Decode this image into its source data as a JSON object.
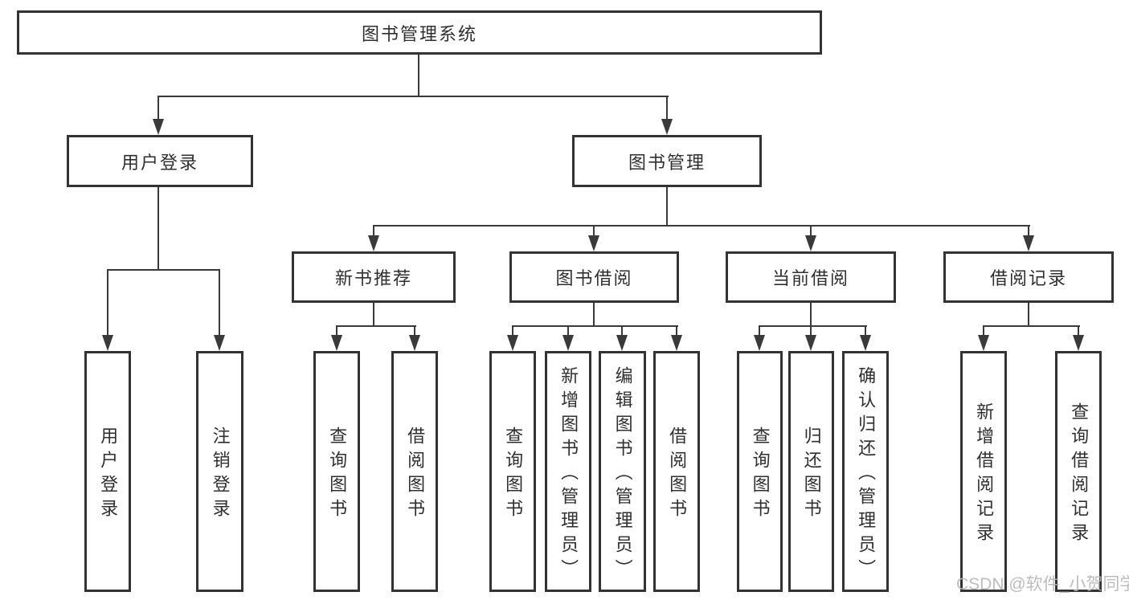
{
  "tree": {
    "label": "图书管理系统",
    "children": [
      {
        "label": "用户登录",
        "children": [
          {
            "label": "用户登录"
          },
          {
            "label": "注销登录"
          }
        ]
      },
      {
        "label": "图书管理",
        "children": [
          {
            "label": "新书推荐",
            "children": [
              {
                "label": "查询图书"
              },
              {
                "label": "借阅图书"
              }
            ]
          },
          {
            "label": "图书借阅",
            "children": [
              {
                "label": "查询图书"
              },
              {
                "label": "新增图书（管理员）"
              },
              {
                "label": "编辑图书（管理员）"
              },
              {
                "label": "借阅图书"
              }
            ]
          },
          {
            "label": "当前借阅",
            "children": [
              {
                "label": "查询图书"
              },
              {
                "label": "归还图书"
              },
              {
                "label": "确认归还（管理员）"
              }
            ]
          },
          {
            "label": "借阅记录",
            "children": [
              {
                "label": "新增借阅记录"
              },
              {
                "label": "查询借阅记录"
              }
            ]
          }
        ]
      }
    ]
  },
  "watermark": "CSDN @软件_小贺同学",
  "colors": {
    "background": "#ffffff",
    "line": "#3a3a3a",
    "box_border": "#333333",
    "text": "#2f2f2f",
    "watermark": "#b5b5b5"
  }
}
